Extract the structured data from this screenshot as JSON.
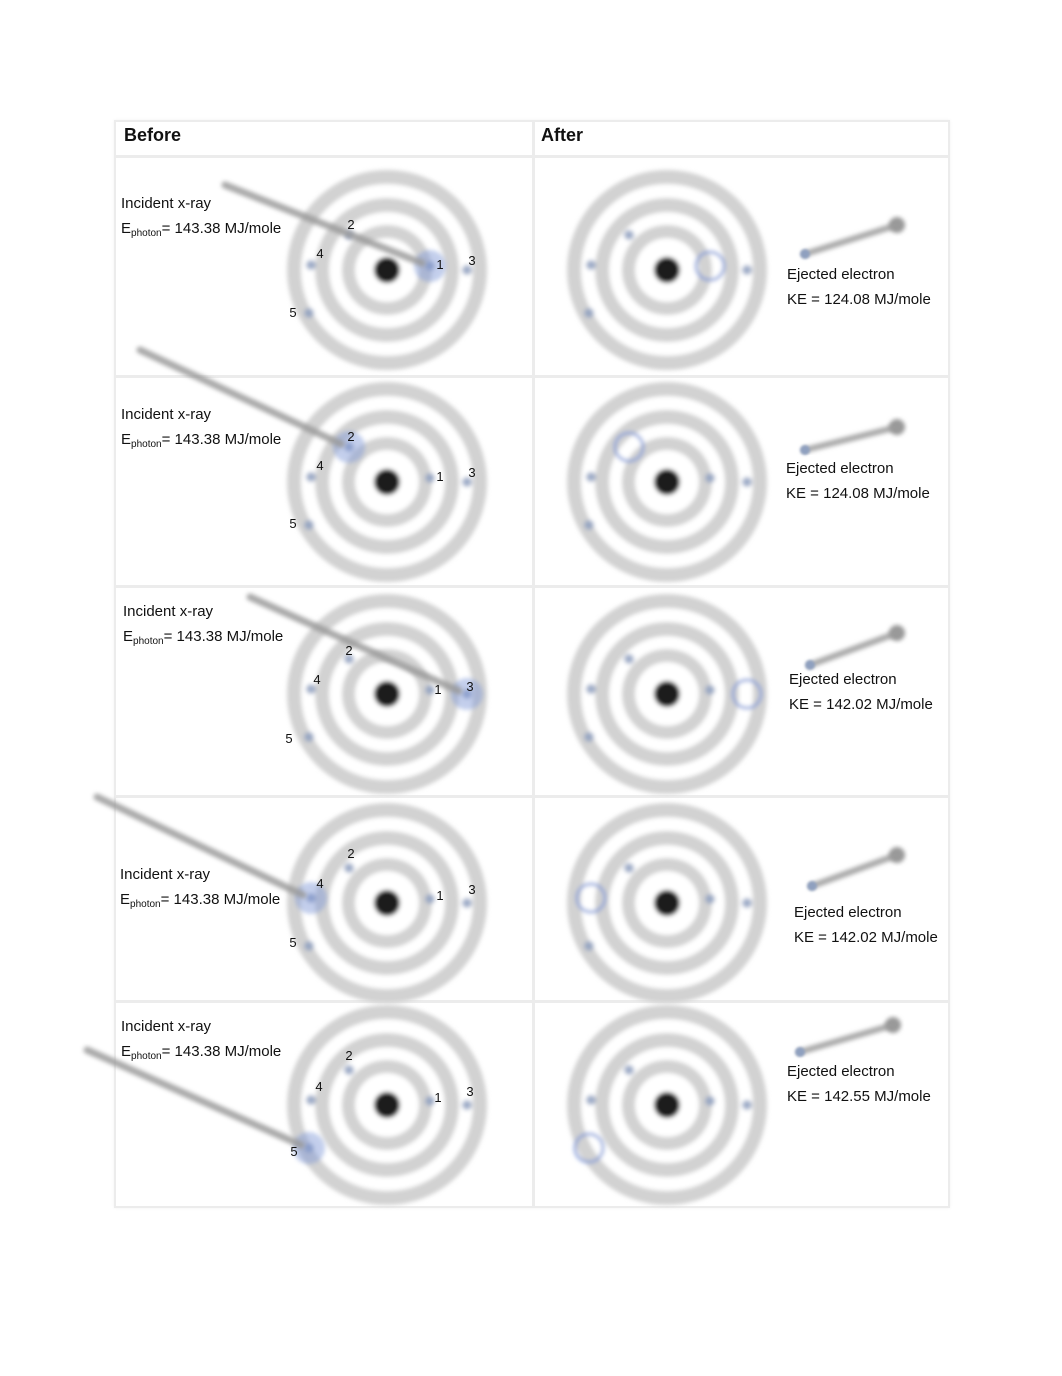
{
  "headers": {
    "before": "Before",
    "after": "After"
  },
  "rows": [
    {
      "incident": "Incident x-ray",
      "e_prefix": "E",
      "e_sub": "photon",
      "e_value": "= 143.38 MJ/mole",
      "ejected": "Ejected electron",
      "ke": "KE = 124.08 MJ/mole",
      "hit_shell": "1"
    },
    {
      "incident": "Incident x-ray",
      "e_prefix": "E",
      "e_sub": "photon",
      "e_value": "= 143.38 MJ/mole",
      "ejected": "Ejected electron",
      "ke": "KE = 124.08 MJ/mole",
      "hit_shell": "2"
    },
    {
      "incident": "Incident x-ray",
      "e_prefix": "E",
      "e_sub": "photon",
      "e_value": "= 143.38 MJ/mole",
      "ejected": "Ejected electron",
      "ke": "KE = 142.02 MJ/mole",
      "hit_shell": "3"
    },
    {
      "incident": "Incident x-ray",
      "e_prefix": "E",
      "e_sub": "photon",
      "e_value": "= 143.38 MJ/mole",
      "ejected": "Ejected electron",
      "ke": "KE = 142.02 MJ/mole",
      "hit_shell": "4"
    },
    {
      "incident": "Incident x-ray",
      "e_prefix": "E",
      "e_sub": "photon",
      "e_value": "= 143.38 MJ/mole",
      "ejected": "Ejected electron",
      "ke": "KE = 142.55 MJ/mole",
      "hit_shell": "5"
    }
  ],
  "shell_labels": [
    "1",
    "2",
    "3",
    "4",
    "5"
  ],
  "colors": {
    "ring": "#d2d2d2",
    "nucleus": "#1a1a1a",
    "beam": "#9a9a9a",
    "highlight": "#7b95d6",
    "border": "#ececec"
  }
}
